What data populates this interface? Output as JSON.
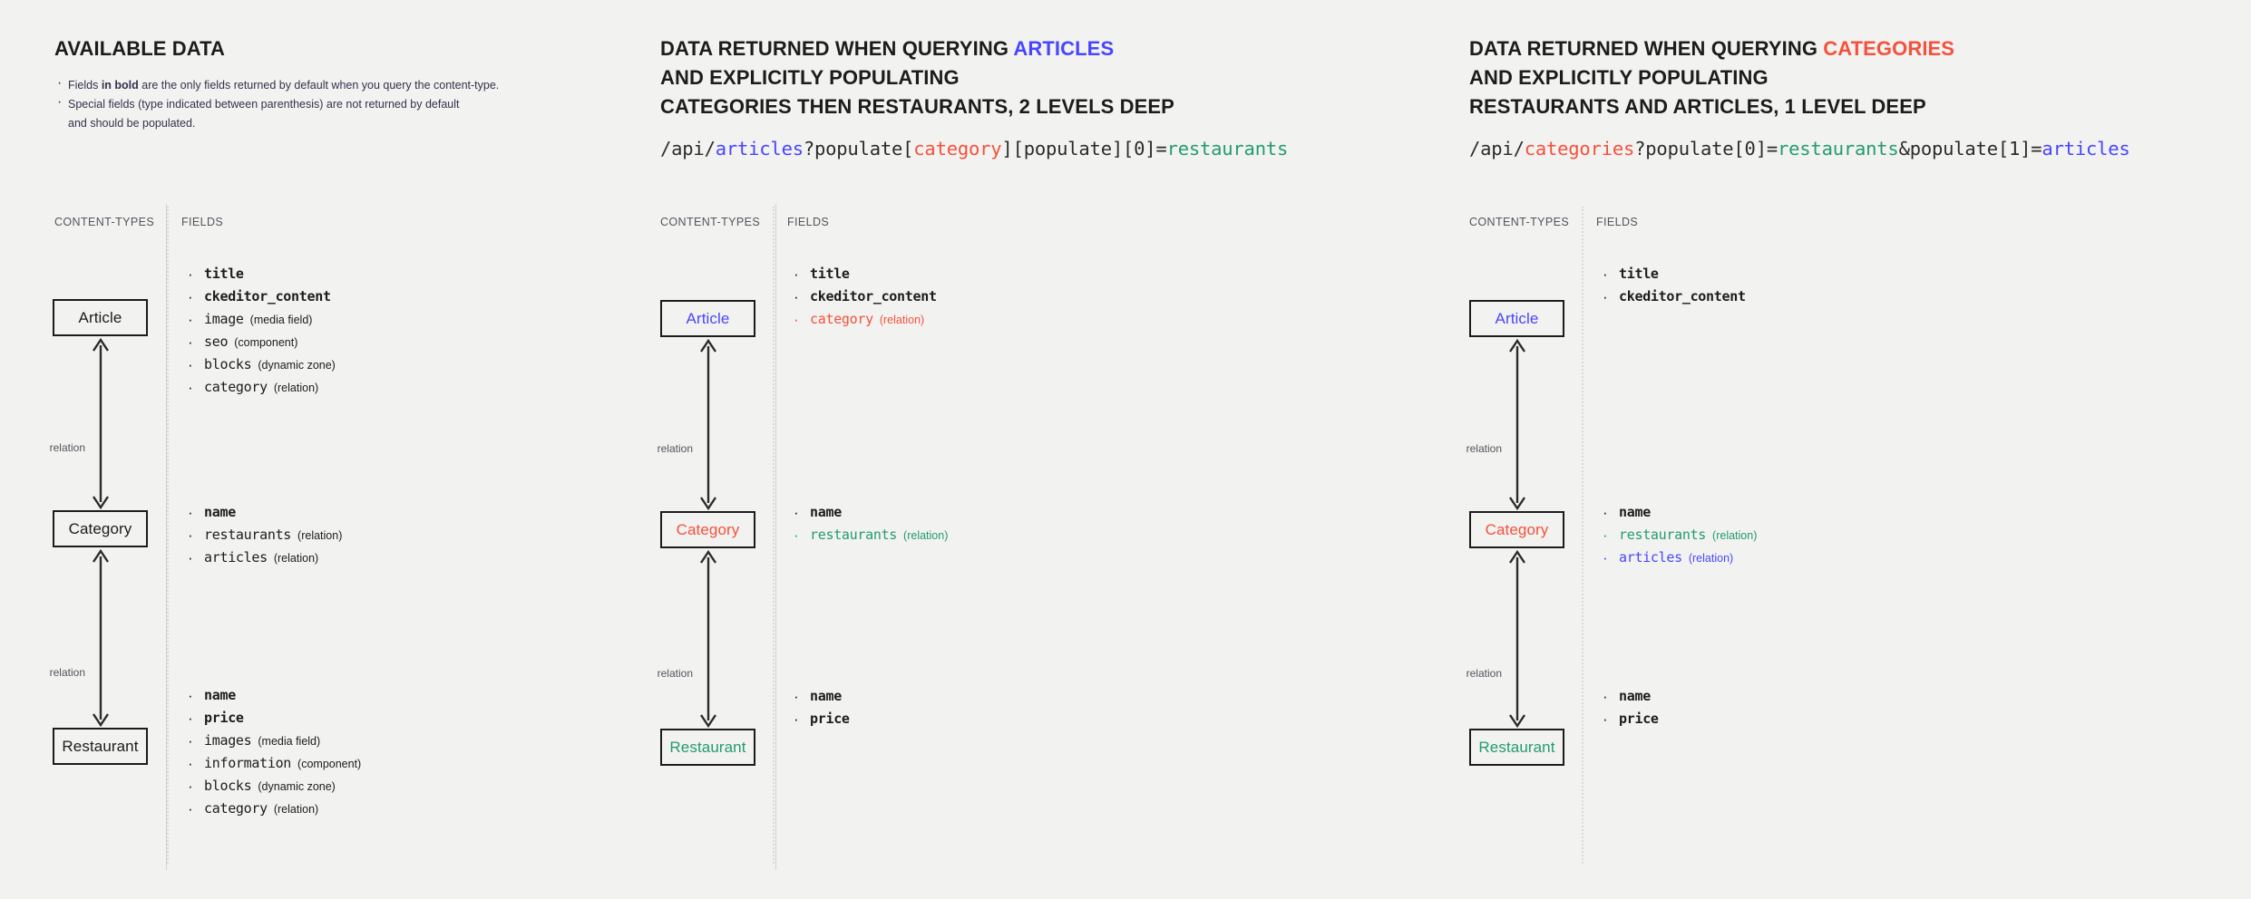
{
  "panels": [
    {
      "id": "available-data",
      "heading_lines": [
        [
          {
            "t": "AVAILABLE DATA",
            "c": "plain"
          }
        ]
      ],
      "notes": [
        {
          "pre": "Fields ",
          "bold": "in bold",
          "post": " are the only fields returned by default when you query the content-type."
        },
        {
          "pre": "Special fields (type indicated between parenthesis) are not returned by default",
          "bold": "",
          "post": ""
        }
      ],
      "note_continuation": "and should be populated.",
      "url": null,
      "col_labels": {
        "content_types": "CONTENT-TYPES",
        "fields": "FIELDS"
      },
      "nodes": [
        {
          "name": "Article",
          "color": "black"
        },
        {
          "name": "Category",
          "color": "black"
        },
        {
          "name": "Restaurant",
          "color": "black"
        }
      ],
      "relations": [
        {
          "label": "relation"
        },
        {
          "label": "relation"
        }
      ],
      "field_groups": [
        [
          {
            "name": "title",
            "type": "",
            "bold": true,
            "color": "black"
          },
          {
            "name": "ckeditor_content",
            "type": "",
            "bold": true,
            "color": "black"
          },
          {
            "name": "image",
            "type": "(media field)",
            "bold": false,
            "color": "black"
          },
          {
            "name": "seo",
            "type": "(component)",
            "bold": false,
            "color": "black"
          },
          {
            "name": "blocks",
            "type": "(dynamic zone)",
            "bold": false,
            "color": "black"
          },
          {
            "name": "category",
            "type": "(relation)",
            "bold": false,
            "color": "black"
          }
        ],
        [
          {
            "name": "name",
            "type": "",
            "bold": true,
            "color": "black"
          },
          {
            "name": "restaurants",
            "type": "(relation)",
            "bold": false,
            "color": "black"
          },
          {
            "name": "articles",
            "type": "(relation)",
            "bold": false,
            "color": "black"
          }
        ],
        [
          {
            "name": "name",
            "type": "",
            "bold": true,
            "color": "black"
          },
          {
            "name": "price",
            "type": "",
            "bold": true,
            "color": "black"
          },
          {
            "name": "images",
            "type": "(media field)",
            "bold": false,
            "color": "black"
          },
          {
            "name": "information",
            "type": "(component)",
            "bold": false,
            "color": "black"
          },
          {
            "name": "blocks",
            "type": "(dynamic zone)",
            "bold": false,
            "color": "black"
          },
          {
            "name": "category",
            "type": "(relation)",
            "bold": false,
            "color": "black"
          }
        ]
      ]
    },
    {
      "id": "query-articles",
      "heading_lines": [
        [
          {
            "t": "DATA RETURNED WHEN QUERYING ",
            "c": "plain"
          },
          {
            "t": "ARTICLES",
            "c": "blue"
          }
        ],
        [
          {
            "t": "AND EXPLICITLY POPULATING",
            "c": "plain"
          }
        ],
        [
          {
            "t": "CATEGORIES THEN RESTAURANTS, 2 LEVELS DEEP",
            "c": "plain"
          }
        ]
      ],
      "notes": [],
      "note_continuation": "",
      "url": [
        {
          "t": "/api/",
          "c": "plain"
        },
        {
          "t": "articles",
          "c": "blue"
        },
        {
          "t": "?populate[",
          "c": "plain"
        },
        {
          "t": "category",
          "c": "red"
        },
        {
          "t": "][populate][0]=",
          "c": "plain"
        },
        {
          "t": "restaurants",
          "c": "green"
        }
      ],
      "col_labels": {
        "content_types": "CONTENT-TYPES",
        "fields": "FIELDS"
      },
      "nodes": [
        {
          "name": "Article",
          "color": "blue"
        },
        {
          "name": "Category",
          "color": "red"
        },
        {
          "name": "Restaurant",
          "color": "green"
        }
      ],
      "relations": [
        {
          "label": "relation"
        },
        {
          "label": "relation"
        }
      ],
      "field_groups": [
        [
          {
            "name": "title",
            "type": "",
            "bold": true,
            "color": "black"
          },
          {
            "name": "ckeditor_content",
            "type": "",
            "bold": true,
            "color": "black"
          },
          {
            "name": "category",
            "type": "(relation)",
            "bold": false,
            "color": "red"
          }
        ],
        [
          {
            "name": "name",
            "type": "",
            "bold": true,
            "color": "black"
          },
          {
            "name": "restaurants",
            "type": "(relation)",
            "bold": false,
            "color": "green"
          }
        ],
        [
          {
            "name": "name",
            "type": "",
            "bold": true,
            "color": "black"
          },
          {
            "name": "price",
            "type": "",
            "bold": true,
            "color": "black"
          }
        ]
      ]
    },
    {
      "id": "query-categories",
      "heading_lines": [
        [
          {
            "t": "DATA RETURNED WHEN QUERYING ",
            "c": "plain"
          },
          {
            "t": "CATEGORIES",
            "c": "red"
          }
        ],
        [
          {
            "t": "AND EXPLICITLY POPULATING",
            "c": "plain"
          }
        ],
        [
          {
            "t": "RESTAURANTS AND ARTICLES, 1 LEVEL DEEP",
            "c": "plain"
          }
        ]
      ],
      "notes": [],
      "note_continuation": "",
      "url": [
        {
          "t": "/api/",
          "c": "plain"
        },
        {
          "t": "categories",
          "c": "red"
        },
        {
          "t": "?populate[0]=",
          "c": "plain"
        },
        {
          "t": "restaurants",
          "c": "green"
        },
        {
          "t": "&populate[1]=",
          "c": "plain"
        },
        {
          "t": "articles",
          "c": "blue"
        }
      ],
      "col_labels": {
        "content_types": "CONTENT-TYPES",
        "fields": "FIELDS"
      },
      "nodes": [
        {
          "name": "Article",
          "color": "blue"
        },
        {
          "name": "Category",
          "color": "red"
        },
        {
          "name": "Restaurant",
          "color": "green"
        }
      ],
      "relations": [
        {
          "label": "relation"
        },
        {
          "label": "relation"
        }
      ],
      "field_groups": [
        [
          {
            "name": "title",
            "type": "",
            "bold": true,
            "color": "black"
          },
          {
            "name": "ckeditor_content",
            "type": "",
            "bold": true,
            "color": "black"
          }
        ],
        [
          {
            "name": "name",
            "type": "",
            "bold": true,
            "color": "black"
          },
          {
            "name": "restaurants",
            "type": "(relation)",
            "bold": false,
            "color": "green"
          },
          {
            "name": "articles",
            "type": "(relation)",
            "bold": false,
            "color": "blue"
          }
        ],
        [
          {
            "name": "name",
            "type": "",
            "bold": true,
            "color": "black"
          },
          {
            "name": "price",
            "type": "",
            "bold": true,
            "color": "black"
          }
        ]
      ]
    }
  ],
  "colors": {
    "background": "#f2f2f1",
    "text": "#1c1c1c",
    "blue": "#4945ff",
    "red": "#f5513b",
    "green": "#239b72",
    "muted": "#54545c",
    "divider": "#d9d9d7"
  }
}
